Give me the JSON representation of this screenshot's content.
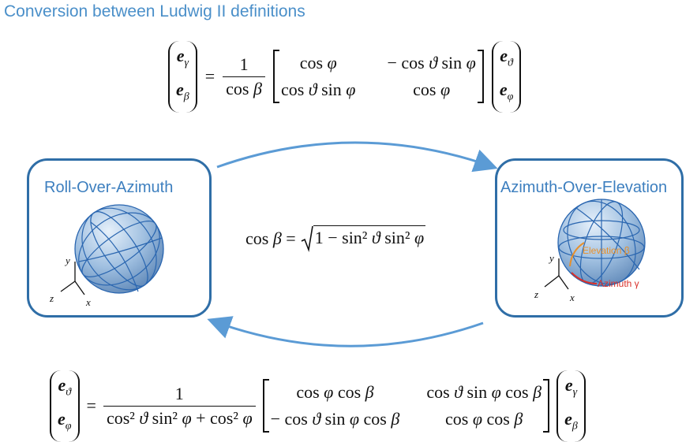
{
  "title": "Conversion between Ludwig II definitions",
  "left_panel": {
    "title": "Roll-Over-Azimuth",
    "axes": [
      "y",
      "z",
      "x"
    ]
  },
  "right_panel": {
    "title": "Azimuth-Over-Elevation",
    "axes": [
      "y",
      "z",
      "x"
    ],
    "elevation_label": "Elevation β",
    "azimuth_label": "Azimuth γ"
  },
  "center_equation": "cos β = √1 − sin² ϑ sin² φ",
  "top_equation": "(eγ, eβ) = 1/cos β [cos φ, −cos ϑ sin φ; cos ϑ sin φ, cos φ] (eϑ, eφ)",
  "bottom_equation": "(eϑ, eφ) = 1/(cos² ϑ sin² φ + cos² φ) [cos φ cos β, cos ϑ sin φ cos β; −cos ϑ sin φ cos β, cos φ cos β] (eγ, eβ)",
  "colors": {
    "accent": "#4a8fc9",
    "panel_border": "#2f6ea7",
    "arrow": "#5b9bd5",
    "elevation": "#e8902a",
    "azimuth": "#d9302a"
  }
}
